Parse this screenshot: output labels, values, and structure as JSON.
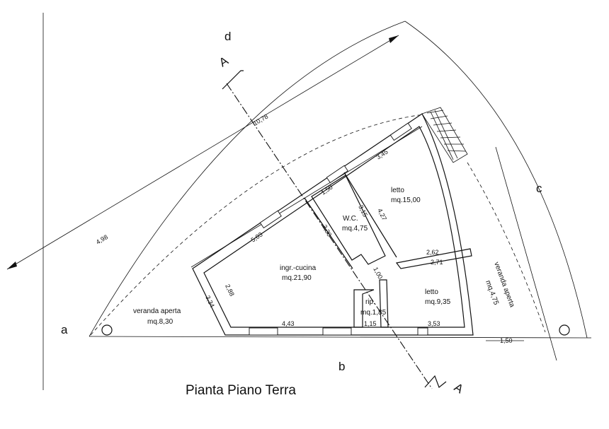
{
  "title": "Pianta Piano Terra",
  "section_marks": {
    "top": "A",
    "bottom": "A"
  },
  "corners": {
    "a": "a",
    "b": "b",
    "c": "c",
    "d": "d"
  },
  "rooms": [
    {
      "name": "ingr.-cucina",
      "area": "mq.21,90"
    },
    {
      "name": "letto",
      "area": "mq.15,00"
    },
    {
      "name": "W.C.",
      "area": "mq.4,75"
    },
    {
      "name": "rip.",
      "area": "mq.1,85"
    },
    {
      "name": "letto",
      "area": "mq.9,35"
    },
    {
      "name": "veranda aperta",
      "area": "mq.8,30"
    },
    {
      "name": "veranda aperta",
      "area": "mq.4,75"
    }
  ],
  "dimensions": {
    "d_10_78": "10,78",
    "d_4_98": "4,98",
    "d_5_03": "5,03",
    "d_3_30": "3,30",
    "d_1_50a": "1,50",
    "d_3_45": "3,45",
    "d_3_15": "3,15",
    "d_4_27": "4,27",
    "d_2_62": "2,62",
    "d_2_71": "2,71",
    "d_1_00": "1,00",
    "d_2_88": "2,88",
    "d_3_34": "3,34",
    "d_4_43": "4,43",
    "d_1_15": "1,15",
    "d_3_53": "3,53",
    "d_1_50b": "1,50"
  }
}
